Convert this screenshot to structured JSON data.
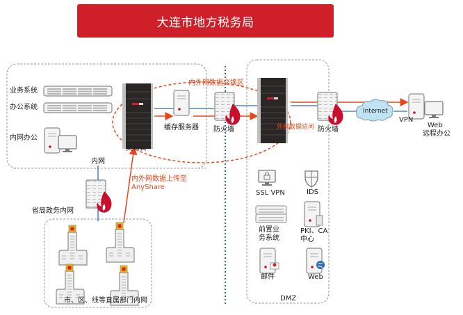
{
  "title": "大连市地方税务局",
  "zones": {
    "intranet": "内网",
    "dmz": "DMZ",
    "exchange_zone": "内外网数据交换区",
    "provincial_net": "省局政务内网",
    "branch_net": "市、区、线等直属部门内网"
  },
  "nodes": {
    "business_system": "业务系统",
    "office_system": "办公系统",
    "intranet_office": "内网办公",
    "doc_cloud": "文档云",
    "cache_server": "缓存服务器",
    "firewall_1": "防火墙",
    "firewall_2": "防火墙",
    "internet": "Internet",
    "vpn": "VPN",
    "web_remote_line1": "Web",
    "web_remote_line2": "远程办公",
    "ssl_vpn": "SSL VPN",
    "ids": "IDS",
    "front_business_line1": "前置业",
    "front_business_line2": "务系统",
    "pki_ca_line1": "PKI、CA",
    "pki_ca_line2": "中心",
    "mail": "邮件",
    "web": "Web"
  },
  "annotations": {
    "external_access": "外网数据访问",
    "upload_line1": "内外网数据上传至",
    "upload_line2": "AnyShare"
  },
  "colors": {
    "brand_red": "#cf1f29",
    "flow_orange": "#e8461a",
    "link_blue": "#2e6db4"
  }
}
